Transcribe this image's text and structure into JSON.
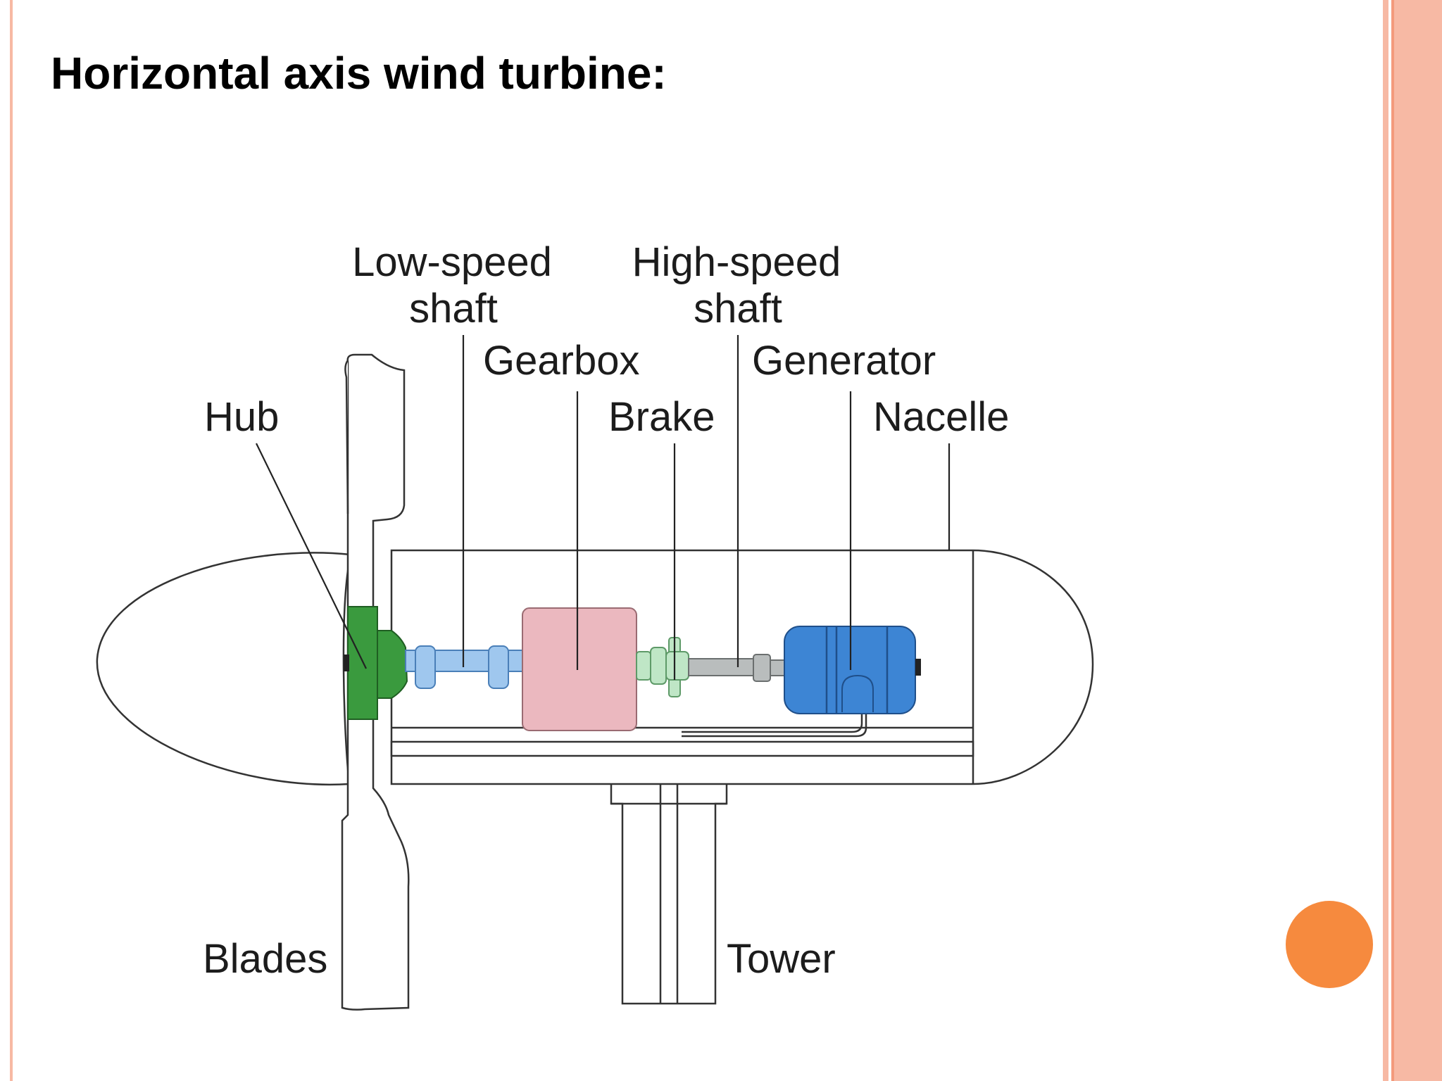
{
  "slide": {
    "title": "Horizontal axis wind turbine:"
  },
  "diagram": {
    "labels": {
      "low_speed_shaft_line1": "Low-speed",
      "low_speed_shaft_line2": "shaft",
      "high_speed_shaft_line1": "High-speed",
      "high_speed_shaft_line2": "shaft",
      "gearbox": "Gearbox",
      "generator": "Generator",
      "hub": "Hub",
      "brake": "Brake",
      "nacelle": "Nacelle",
      "blades": "Blades",
      "tower": "Tower"
    },
    "colors": {
      "hub": "#3a9a3e",
      "low_speed_shaft": "#9fc7ee",
      "gearbox": "#ebb8bf",
      "brake": "#bfe6c6",
      "high_speed_shaft": "#b9bdbd",
      "generator": "#3d85d4"
    }
  },
  "decor": {
    "border_color": "#f7b9a4",
    "border_inner_color": "#f39a7c",
    "dot_color": "#f68a3e"
  }
}
